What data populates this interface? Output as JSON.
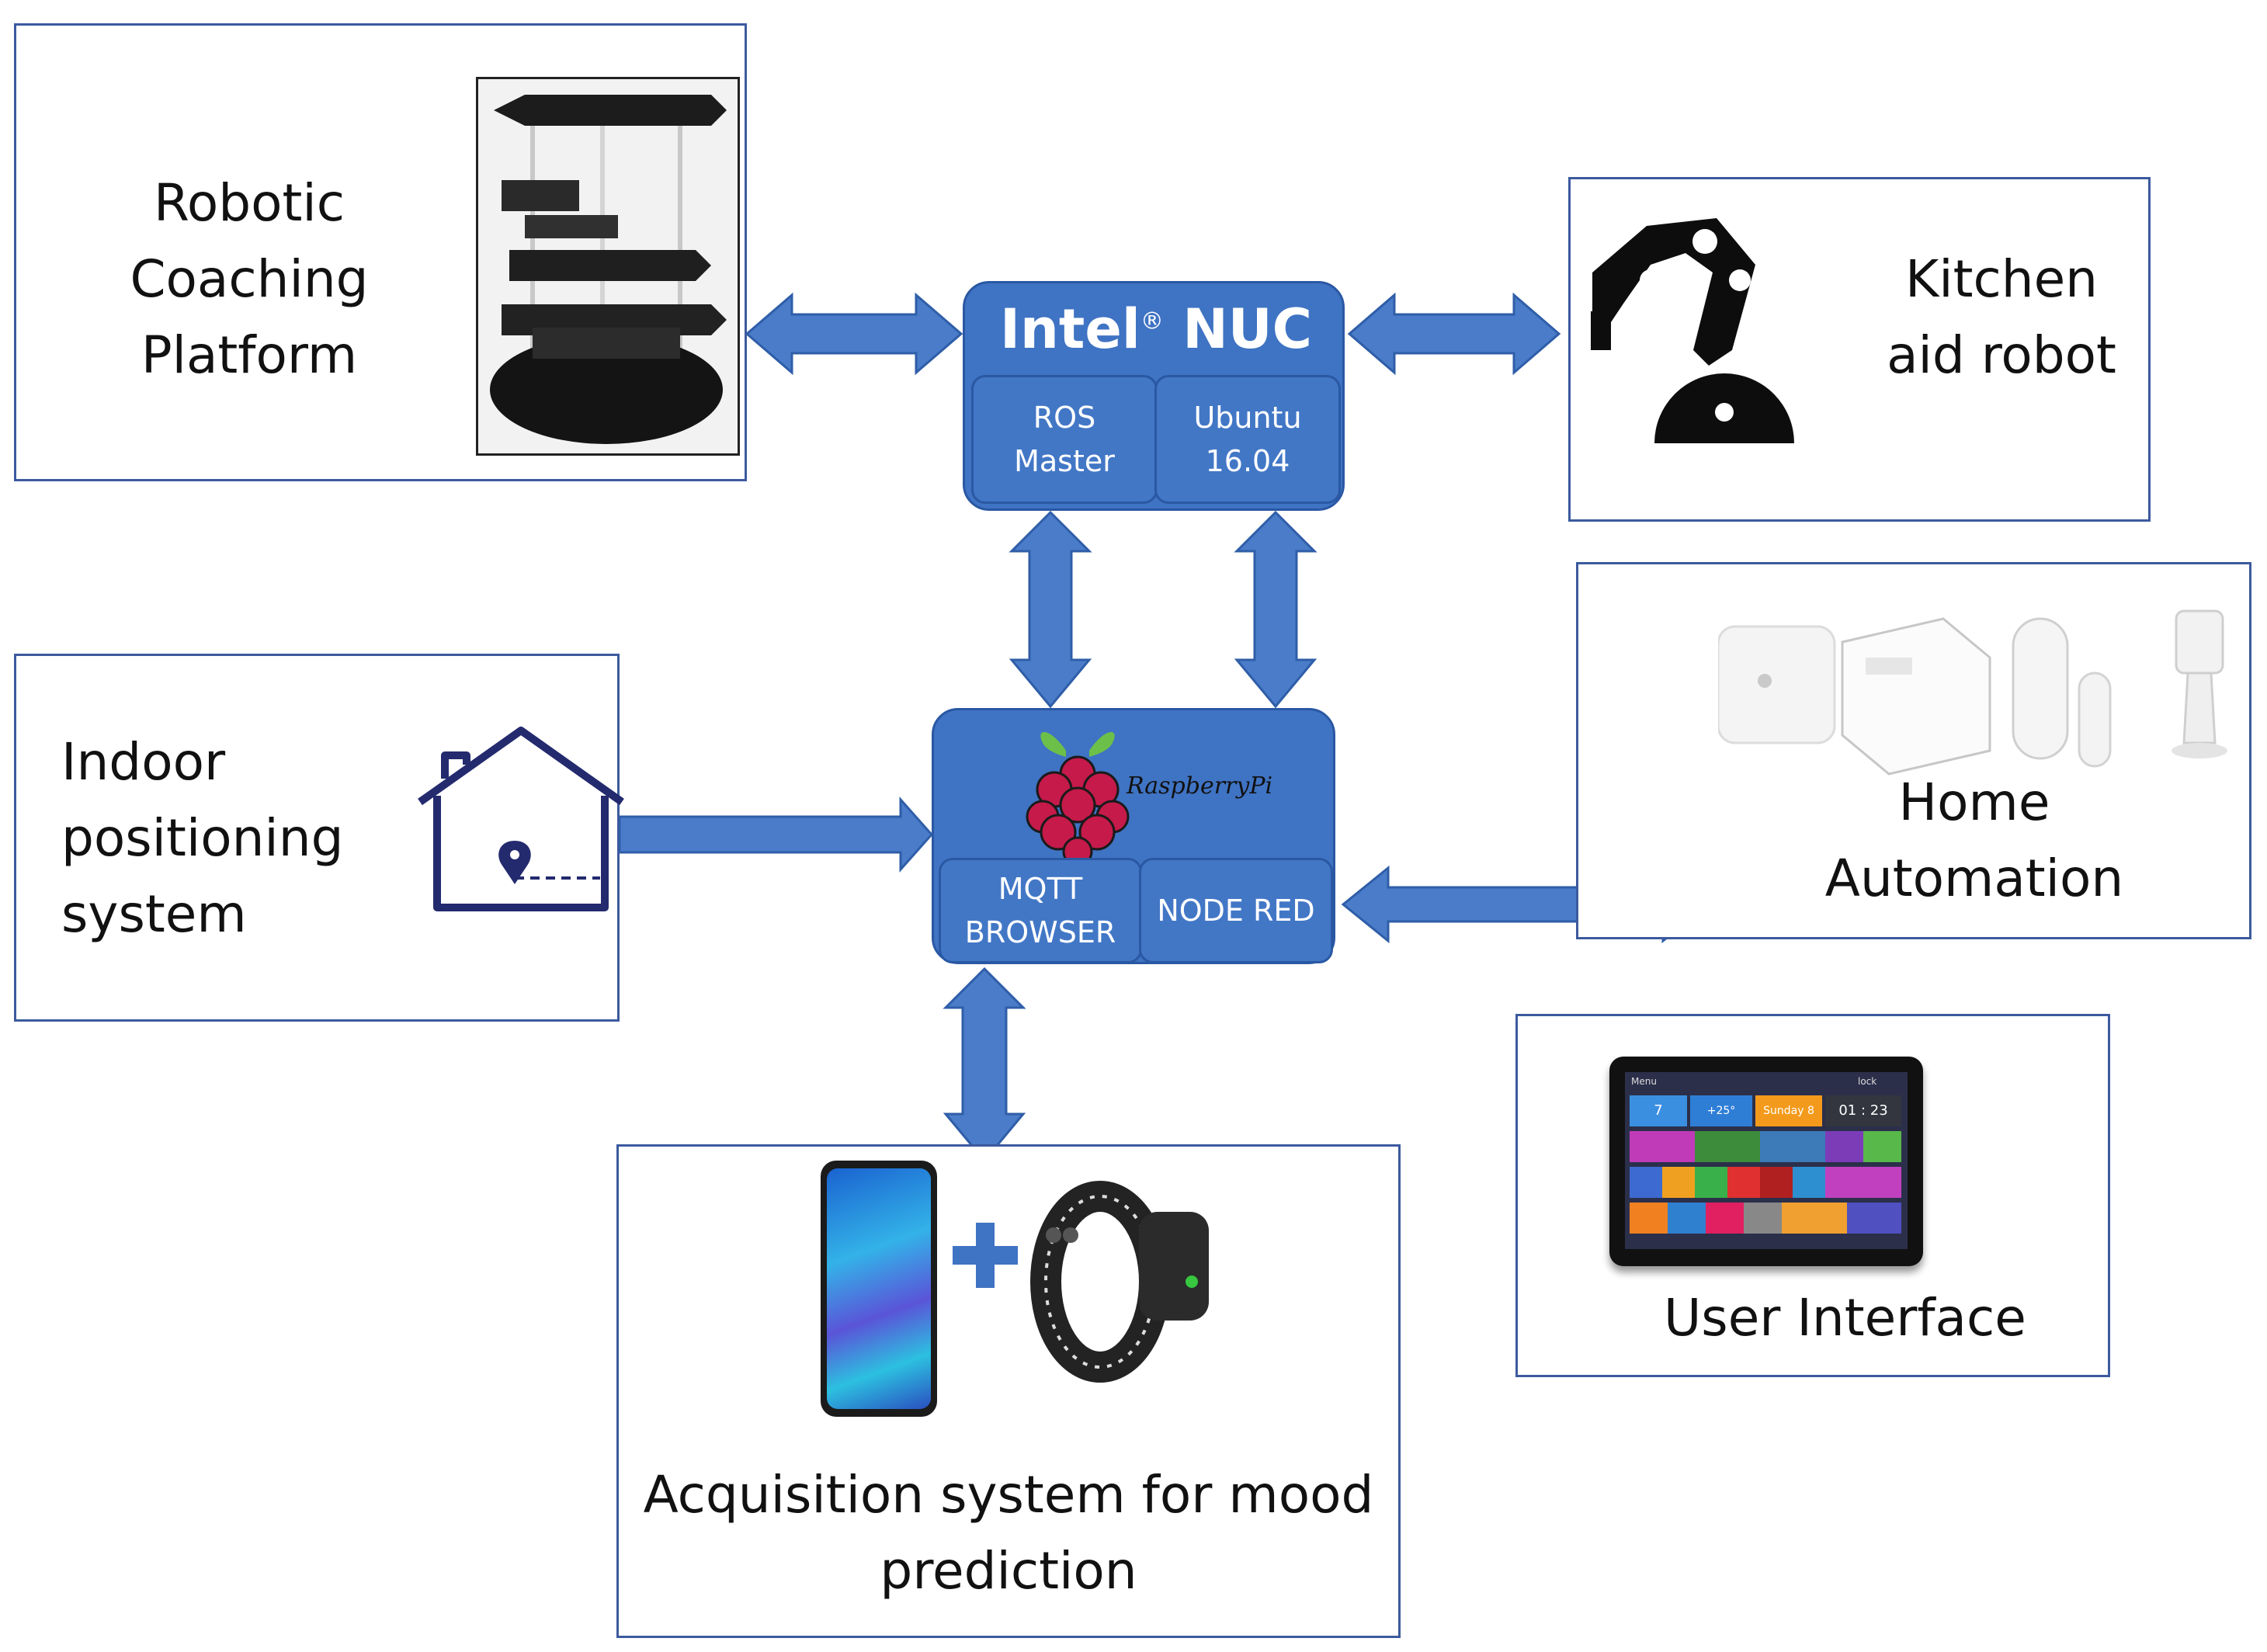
{
  "boxes": {
    "robotic": {
      "lines": [
        "Robotic",
        "Coaching",
        "Platform"
      ]
    },
    "kitchen": {
      "lines": [
        "Kitchen",
        "aid robot"
      ]
    },
    "indoor": {
      "lines": [
        "Indoor",
        "positioning",
        "system"
      ]
    },
    "home": {
      "lines": [
        "Home",
        "Automation"
      ]
    },
    "ui": {
      "label": "User Interface"
    },
    "acquisition": {
      "lines": [
        "Acquisition system for mood",
        "prediction"
      ]
    }
  },
  "nuc": {
    "brand": "Intel",
    "reg": "®",
    "model": "NUC",
    "left_cell": [
      "ROS",
      "Master"
    ],
    "right_cell": [
      "Ubuntu",
      "16.04"
    ]
  },
  "pi": {
    "brand": "RaspberryPi",
    "left_cell": [
      "MQTT",
      "BROWSER"
    ],
    "right_cell": "NODE RED"
  },
  "tablet": {
    "menu": "Menu",
    "lock": "lock",
    "tiles": [
      "7",
      "+25°",
      "Sunday 8",
      "01 : 23"
    ]
  },
  "colors": {
    "arrow": "#4a7cc9",
    "hub": "#3f73c3",
    "border": "#3c5a9e",
    "raspberry": "#c51a4a",
    "leaf": "#6cc04a"
  }
}
